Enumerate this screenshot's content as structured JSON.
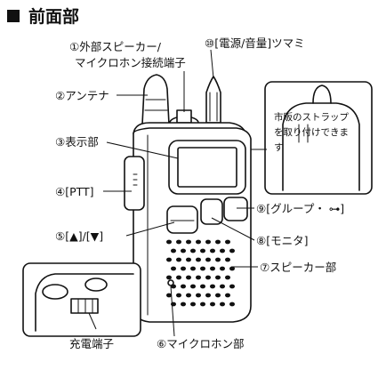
{
  "title": "前面部",
  "labels": {
    "l1a": "①外部スピーカー/",
    "l1b": "マイクロホン接続端子",
    "l2": "②アンテナ",
    "l3": "③表示部",
    "l4": "④[PTT]",
    "l5": "⑤[▲]/[▼]",
    "l6": "⑥マイクロホン部",
    "l7": "⑦スピーカー部",
    "l8": "⑧[モニタ]",
    "l9": "⑨[グループ・ ⊶]",
    "l10": "⑩[電源/音量]ツマミ",
    "charge": "充電端子"
  },
  "note": "市販のストラップを取り付けできます"
}
